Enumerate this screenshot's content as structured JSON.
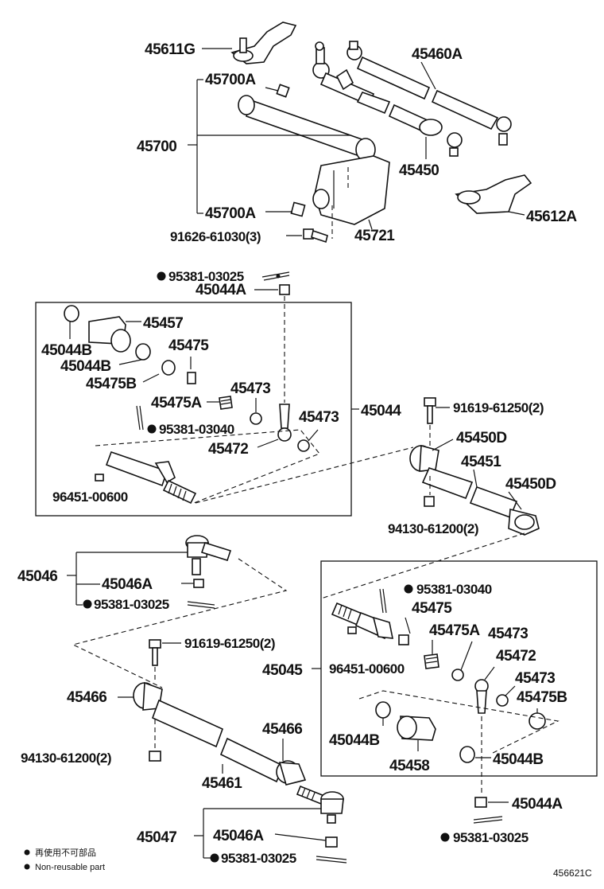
{
  "labels": {
    "l45611G": "45611G",
    "l45460A": "45460A",
    "l45700A_top": "45700A",
    "l45700": "45700",
    "l45450": "45450",
    "l45700A_bot": "45700A",
    "l45721": "45721",
    "l45612A": "45612A",
    "l91626": "91626-61030(3)",
    "l95381_03025_a": "95381-03025",
    "l45044A_a": "45044A",
    "l45457": "45457",
    "l45044B_a": "45044B",
    "l45475_a": "45475",
    "l45044B_b": "45044B",
    "l45475B_a": "45475B",
    "l45473_a": "45473",
    "l45475A_a": "45475A",
    "l45044": "45044",
    "l45473_b": "45473",
    "l95381_03040_a": "95381-03040",
    "l45472_a": "45472",
    "l96451_a": "96451-00600",
    "l91619_a": "91619-61250(2)",
    "l45450D_a": "45450D",
    "l45451": "45451",
    "l45450D_b": "45450D",
    "l94130_a": "94130-61200(2)",
    "l45046": "45046",
    "l45046A_a": "45046A",
    "l95381_03025_b": "95381-03025",
    "l95381_03040_b": "95381-03040",
    "l45475_b": "45475",
    "l45475A_b": "45475A",
    "l45473_c": "45473",
    "l91619_b": "91619-61250(2)",
    "l45472_b": "45472",
    "l45045": "45045",
    "l96451_b": "96451-00600",
    "l45473_d": "45473",
    "l45466_a": "45466",
    "l45475B_b": "45475B",
    "l45466_b": "45466",
    "l45044B_c": "45044B",
    "l45044B_d": "45044B",
    "l45458": "45458",
    "l94130_b": "94130-61200(2)",
    "l45461": "45461",
    "l45044A_b": "45044A",
    "l45047": "45047",
    "l45046A_b": "45046A",
    "l95381_03025_c": "95381-03025",
    "l95381_03025_d": "95381-03025"
  },
  "legend": {
    "line1": "再使用不可部品",
    "line2": "Non-reusable part"
  },
  "figure_code": "456621C",
  "colors": {
    "ink": "#111111",
    "paper": "#ffffff",
    "shade": "#d8d8d8"
  }
}
